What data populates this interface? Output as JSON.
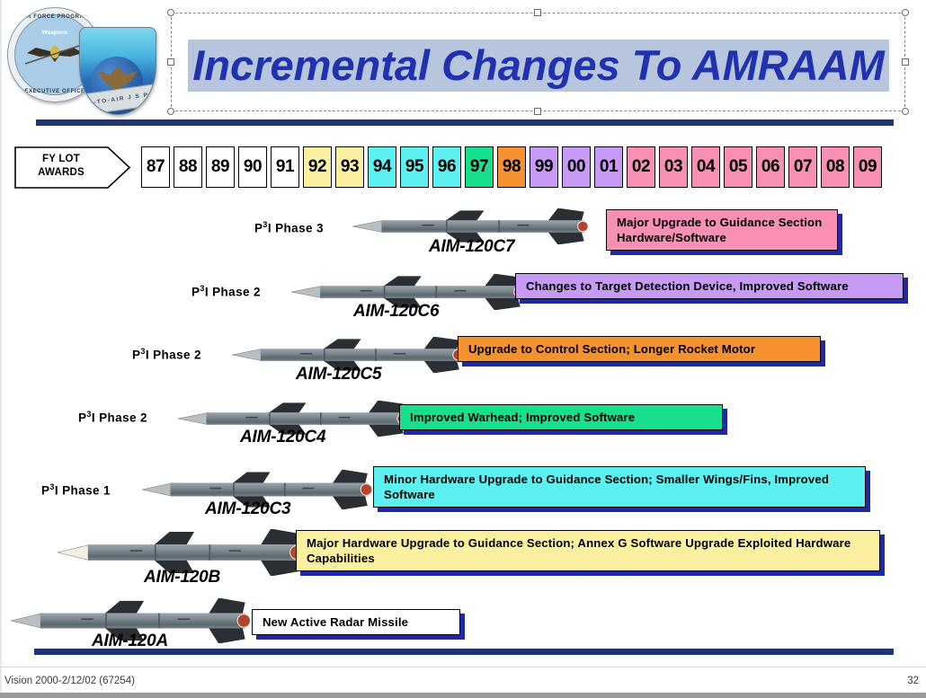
{
  "slide": {
    "title": "Incremental Changes To AMRAAM",
    "title_accent": "#2032b0",
    "title_highlight": "#b7c6dd",
    "rule_color": "#1f3474"
  },
  "logos": {
    "seal": {
      "name": "air-force-program-executive-office-seal",
      "top_text": "AIR FORCE PROGRAM",
      "bottom_text": "EXECUTIVE OFFICE",
      "center_text": "Weapons"
    },
    "shield": {
      "name": "air-to-air-jspo-shield",
      "banner_text": "AIR-TO-AIR  J S P O"
    }
  },
  "fy_lot": {
    "label_line1": "FY LOT",
    "label_line2": "AWARDS"
  },
  "years": [
    {
      "label": "87",
      "color": "#ffffff"
    },
    {
      "label": "88",
      "color": "#ffffff"
    },
    {
      "label": "89",
      "color": "#ffffff"
    },
    {
      "label": "90",
      "color": "#ffffff"
    },
    {
      "label": "91",
      "color": "#ffffff"
    },
    {
      "label": "92",
      "color": "#fbf0a0"
    },
    {
      "label": "93",
      "color": "#fbf0a0"
    },
    {
      "label": "94",
      "color": "#5cf0f0"
    },
    {
      "label": "95",
      "color": "#5cf0f0"
    },
    {
      "label": "96",
      "color": "#5cf0f0"
    },
    {
      "label": "97",
      "color": "#16e08c"
    },
    {
      "label": "98",
      "color": "#f5922f"
    },
    {
      "label": "99",
      "color": "#c69af5"
    },
    {
      "label": "00",
      "color": "#c69af5"
    },
    {
      "label": "01",
      "color": "#c69af5"
    },
    {
      "label": "02",
      "color": "#f790b4"
    },
    {
      "label": "03",
      "color": "#f790b4"
    },
    {
      "label": "04",
      "color": "#f790b4"
    },
    {
      "label": "05",
      "color": "#f790b4"
    },
    {
      "label": "06",
      "color": "#f790b4"
    },
    {
      "label": "07",
      "color": "#f790b4"
    },
    {
      "label": "08",
      "color": "#f790b4"
    },
    {
      "label": "09",
      "color": "#f790b4"
    }
  ],
  "rows": [
    {
      "phase_prefix": "P",
      "phase_sup": "3",
      "phase_suffix": "I Phase 3",
      "model": "AIM-120C7",
      "callout": "Major  Upgrade  to Guidance  Section  Hardware/Software",
      "callout_color": "#f790b4",
      "nose": "grey"
    },
    {
      "phase_prefix": "P",
      "phase_sup": "3",
      "phase_suffix": "I Phase 2",
      "model": "AIM-120C6",
      "callout": "Changes to Target Detection  Device,  Improved Software",
      "callout_color": "#c69af5",
      "nose": "grey"
    },
    {
      "phase_prefix": "P",
      "phase_sup": "3",
      "phase_suffix": "I Phase 2",
      "model": "AIM-120C5",
      "callout": "Upgrade  to Control  Section;  Longer  Rocket Motor",
      "callout_color": "#f5922f",
      "nose": "grey"
    },
    {
      "phase_prefix": "P",
      "phase_sup": "3",
      "phase_suffix": "I Phase 2",
      "model": "AIM-120C4",
      "callout": "Improved  Warhead;  Improved  Software",
      "callout_color": "#16e08c",
      "nose": "grey"
    },
    {
      "phase_prefix": "P",
      "phase_sup": "3",
      "phase_suffix": "I Phase 1",
      "model": "AIM-120C3",
      "callout": "Minor  Hardware Upgrade  to Guidance  Section;  Smaller Wings/Fins,  Improved  Software",
      "callout_color": "#5cf0f0",
      "nose": "grey"
    },
    {
      "phase_prefix": "",
      "phase_sup": "",
      "phase_suffix": "",
      "model": "AIM-120B",
      "callout": "Major  Hardware Upgrade  to Guidance  Section;  Annex  G Software  Upgrade Exploited  Hardware  Capabilities",
      "callout_color": "#fbf0a0",
      "nose": "white"
    },
    {
      "phase_prefix": "",
      "phase_sup": "",
      "phase_suffix": "",
      "model": "AIM-120A",
      "callout": "New Active  Radar Missile",
      "callout_color": "#ffffff",
      "nose": "grey"
    }
  ],
  "footer": {
    "left": "Vision 2000-2/12/02 (67254)",
    "page": "32"
  }
}
